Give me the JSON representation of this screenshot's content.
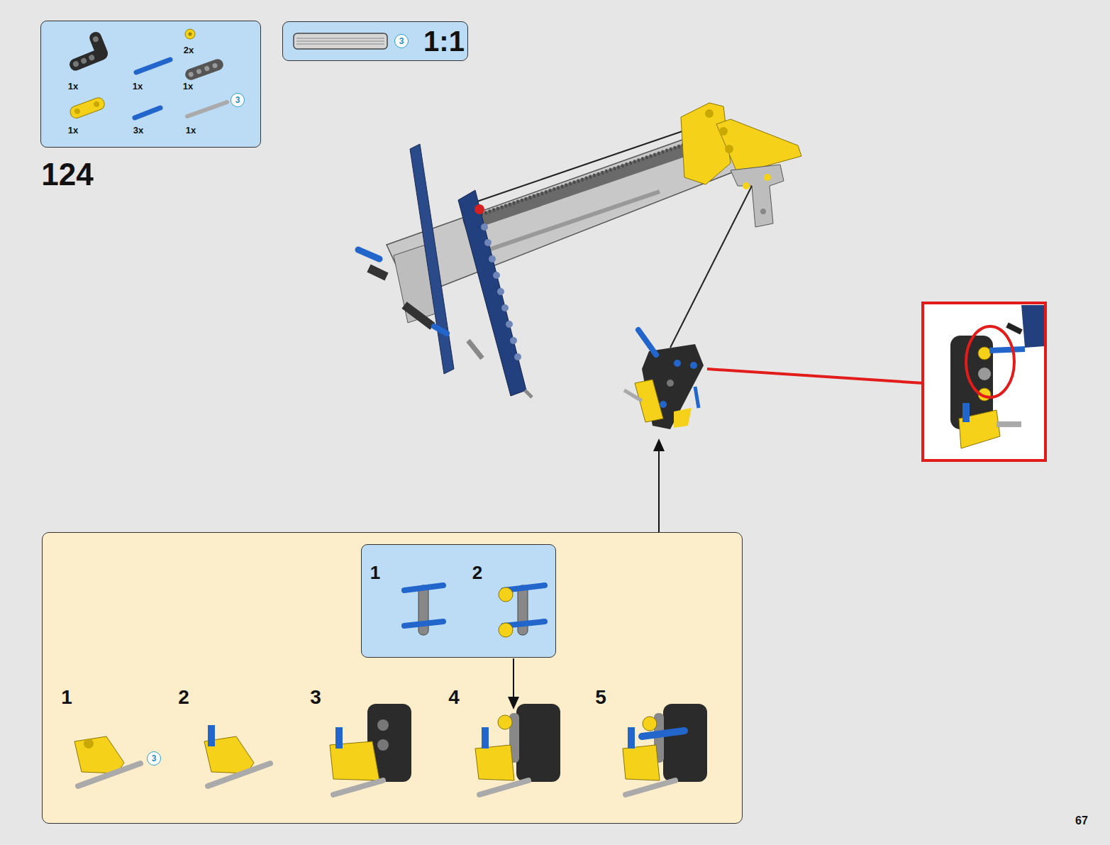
{
  "diagram": {
    "nodes": [
      {
        "text": [
          "2x",
          "1x",
          "1x",
          "1x",
          "1x",
          "3x",
          "1x"
        ]
      },
      {
        "text": [
          "3"
        ],
        "in": 0
      },
      {
        "text": [
          "1:1"
        ]
      },
      {
        "text": [
          "3"
        ],
        "in": 2
      },
      {
        "text": [
          "1",
          "2",
          "3",
          "4",
          "5"
        ]
      },
      {
        "text": [
          "1",
          "2"
        ],
        "in": 4
      },
      {
        "text": [
          "3"
        ],
        "in": 4
      }
    ],
    "labels": [
      "124",
      "67"
    ]
  }
}
